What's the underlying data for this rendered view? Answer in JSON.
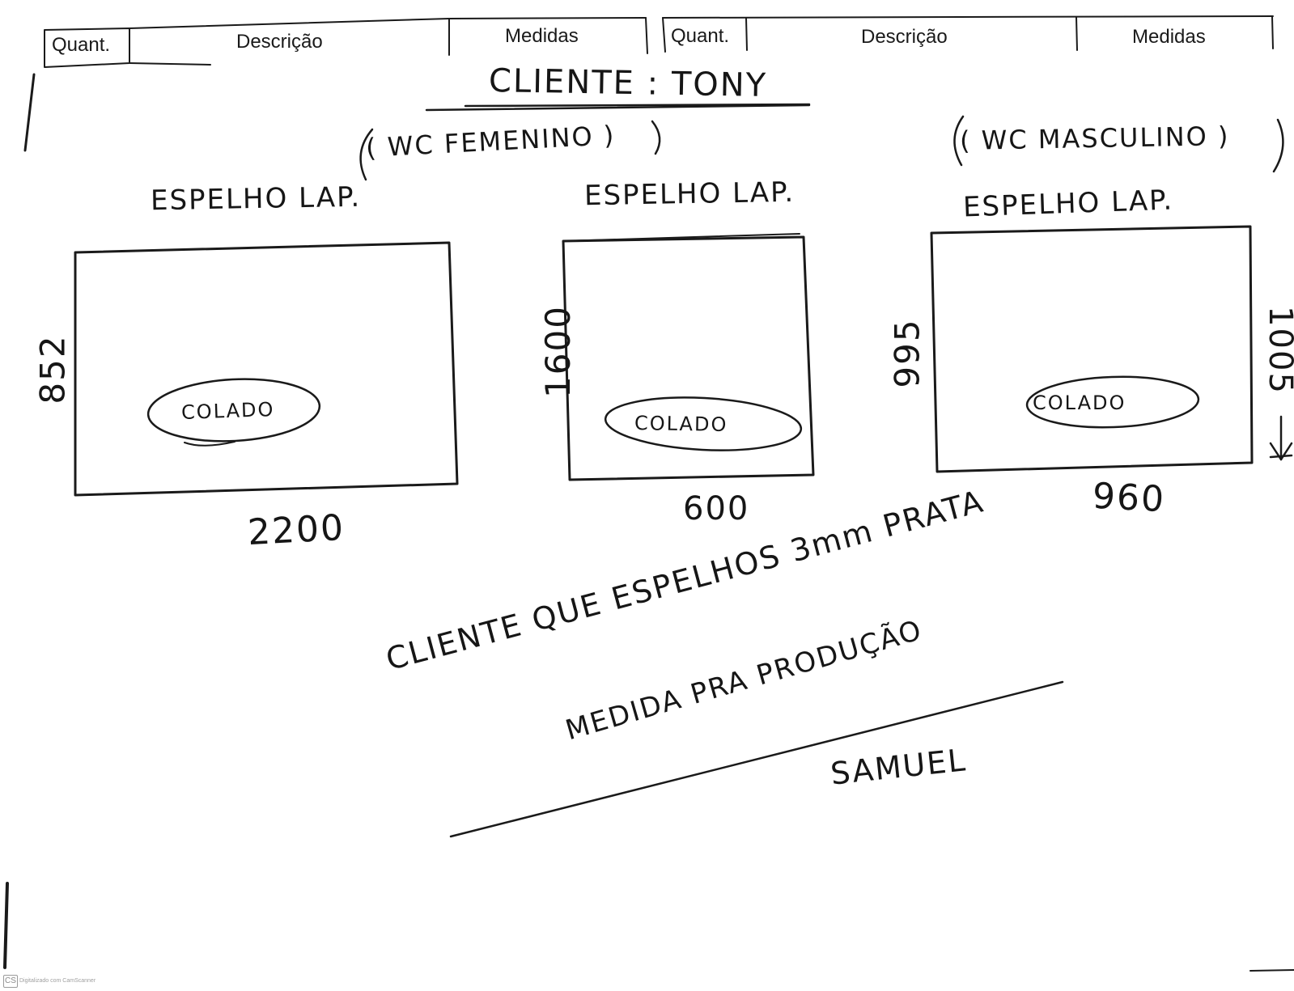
{
  "form_header": {
    "left": {
      "quant": "Quant.",
      "descricao": "Descrição",
      "medidas": "Medidas"
    },
    "right": {
      "quant": "Quant.",
      "descricao": "Descrição",
      "medidas": "Medidas"
    }
  },
  "client": "CLIENTE : TONY",
  "sections": {
    "left": "( WC FEMENINO )",
    "right": "( WC MASCULINO )"
  },
  "mirrors": [
    {
      "label": "ESPELHO LAP.",
      "height": "852",
      "width": "2200",
      "note": "COLADO"
    },
    {
      "label": "ESPELHO LAP.",
      "height": "1600",
      "width": "600",
      "note": "COLADO"
    },
    {
      "label": "ESPELHO LAP.",
      "height": "995",
      "height_right": "1005",
      "width": "960",
      "note": "COLADO"
    }
  ],
  "note": {
    "line1": "CLIENTE QUE ESPELHOS 3mm PRATA",
    "line2": "MEDIDA PRA PRODUÇÃO"
  },
  "signature": "SAMUEL",
  "scanner": {
    "badge": "CS",
    "caption": "Digitalizado com CamScanner"
  },
  "colors": {
    "ink": "#161616",
    "paper": "#ffffff"
  }
}
